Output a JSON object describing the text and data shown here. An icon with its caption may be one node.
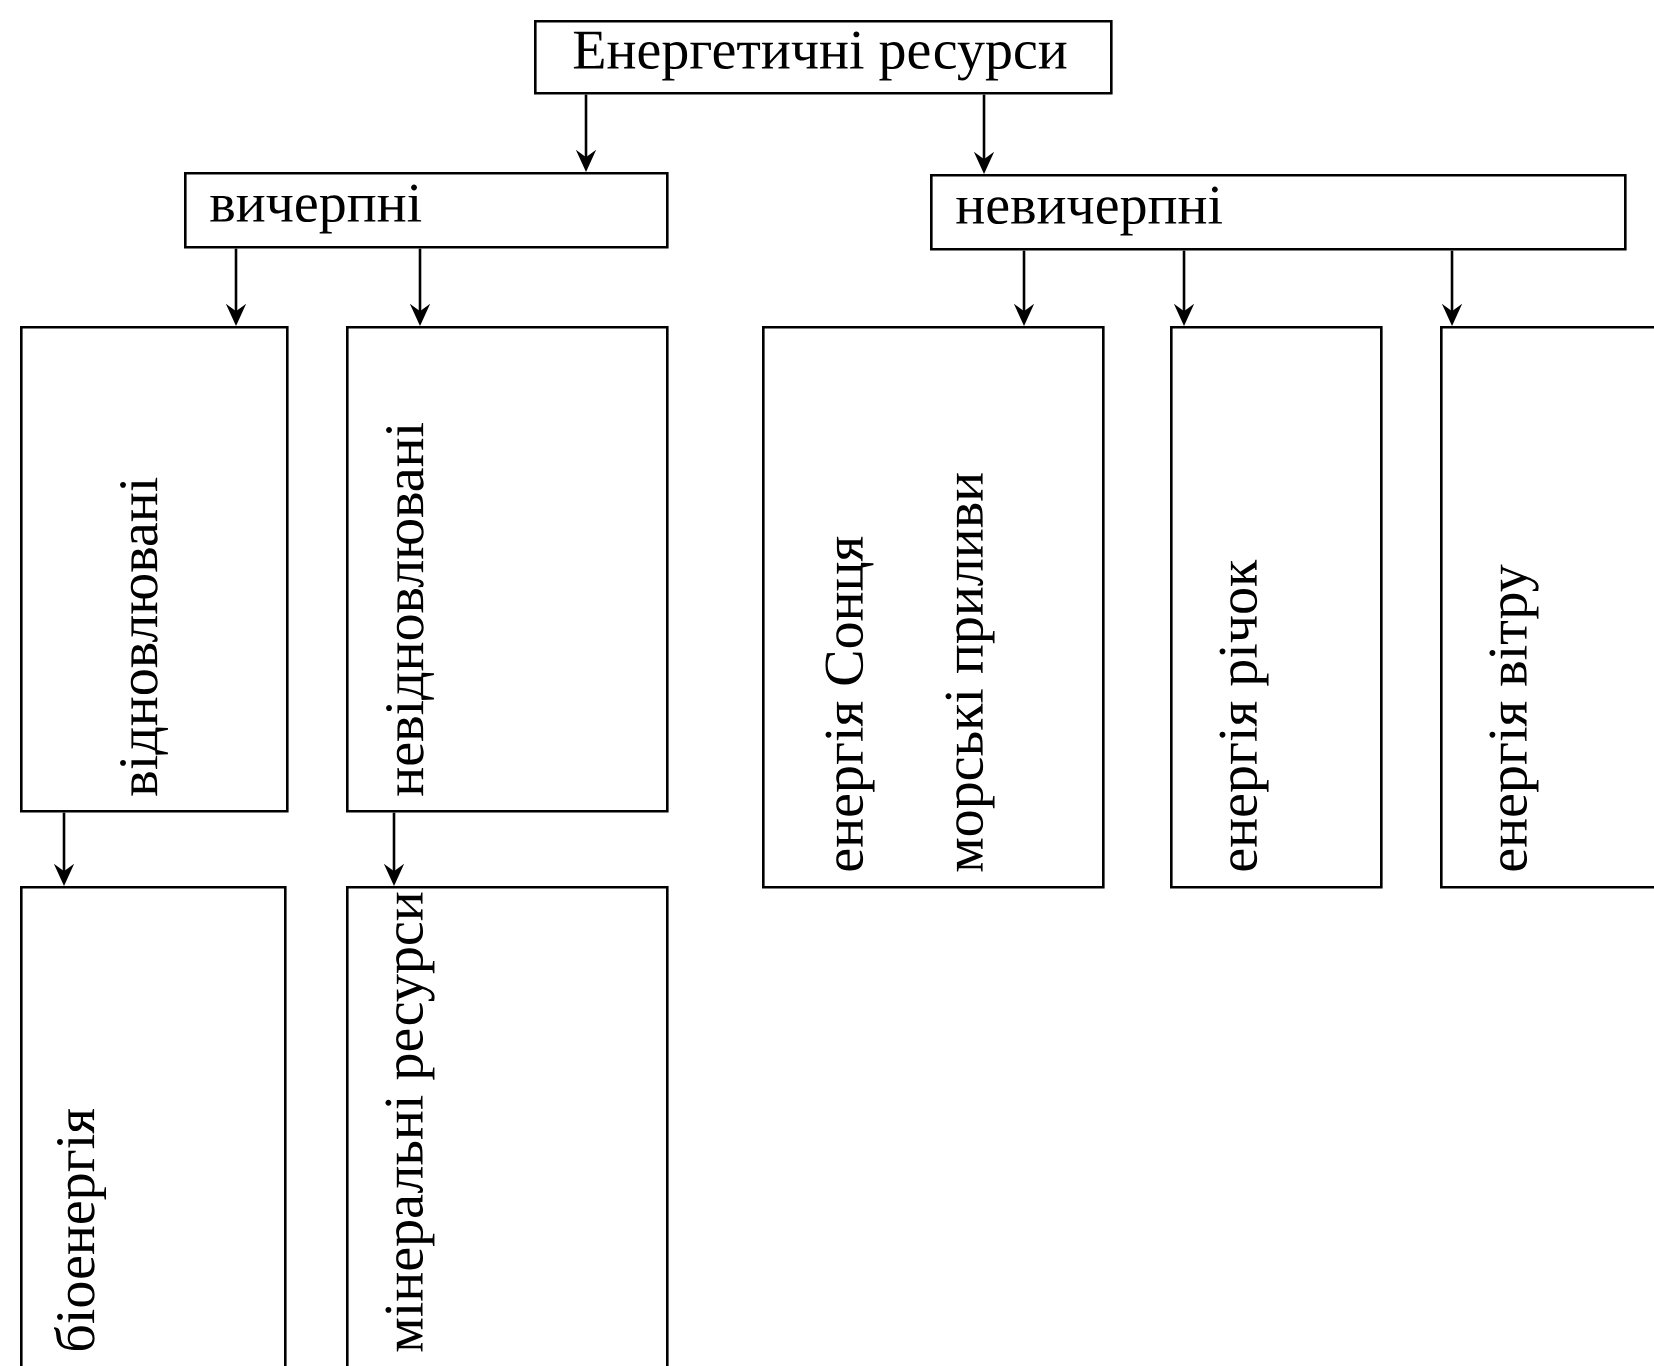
{
  "diagram": {
    "nodes": [
      {
        "text": [
          "Енергетичні ресурси"
        ]
      },
      {
        "text": [
          "вичерпні"
        ]
      },
      {
        "text": [
          "невичерпні"
        ]
      },
      {
        "text": [
          "відновлювані"
        ]
      },
      {
        "text": [
          "невідновлювані"
        ]
      },
      {
        "text": [
          "енергія Сонця",
          "морські приливи"
        ]
      },
      {
        "text": [
          "енергія річок"
        ]
      },
      {
        "text": [
          "енергія вітру"
        ]
      },
      {
        "text": [
          "біоенергія"
        ]
      },
      {
        "text": [
          "мінеральні ресурси"
        ]
      }
    ],
    "edges": [
      {
        "from": 0,
        "to": 1,
        "arrow": "to"
      },
      {
        "from": 0,
        "to": 2,
        "arrow": "to"
      },
      {
        "from": 1,
        "to": 3,
        "arrow": "to"
      },
      {
        "from": 1,
        "to": 4,
        "arrow": "to"
      },
      {
        "from": 2,
        "to": 5,
        "arrow": "to"
      },
      {
        "from": 2,
        "to": 6,
        "arrow": "to"
      },
      {
        "from": 2,
        "to": 7,
        "arrow": "to"
      },
      {
        "from": 3,
        "to": 8,
        "arrow": "to"
      },
      {
        "from": 4,
        "to": 9,
        "arrow": "to"
      }
    ]
  }
}
